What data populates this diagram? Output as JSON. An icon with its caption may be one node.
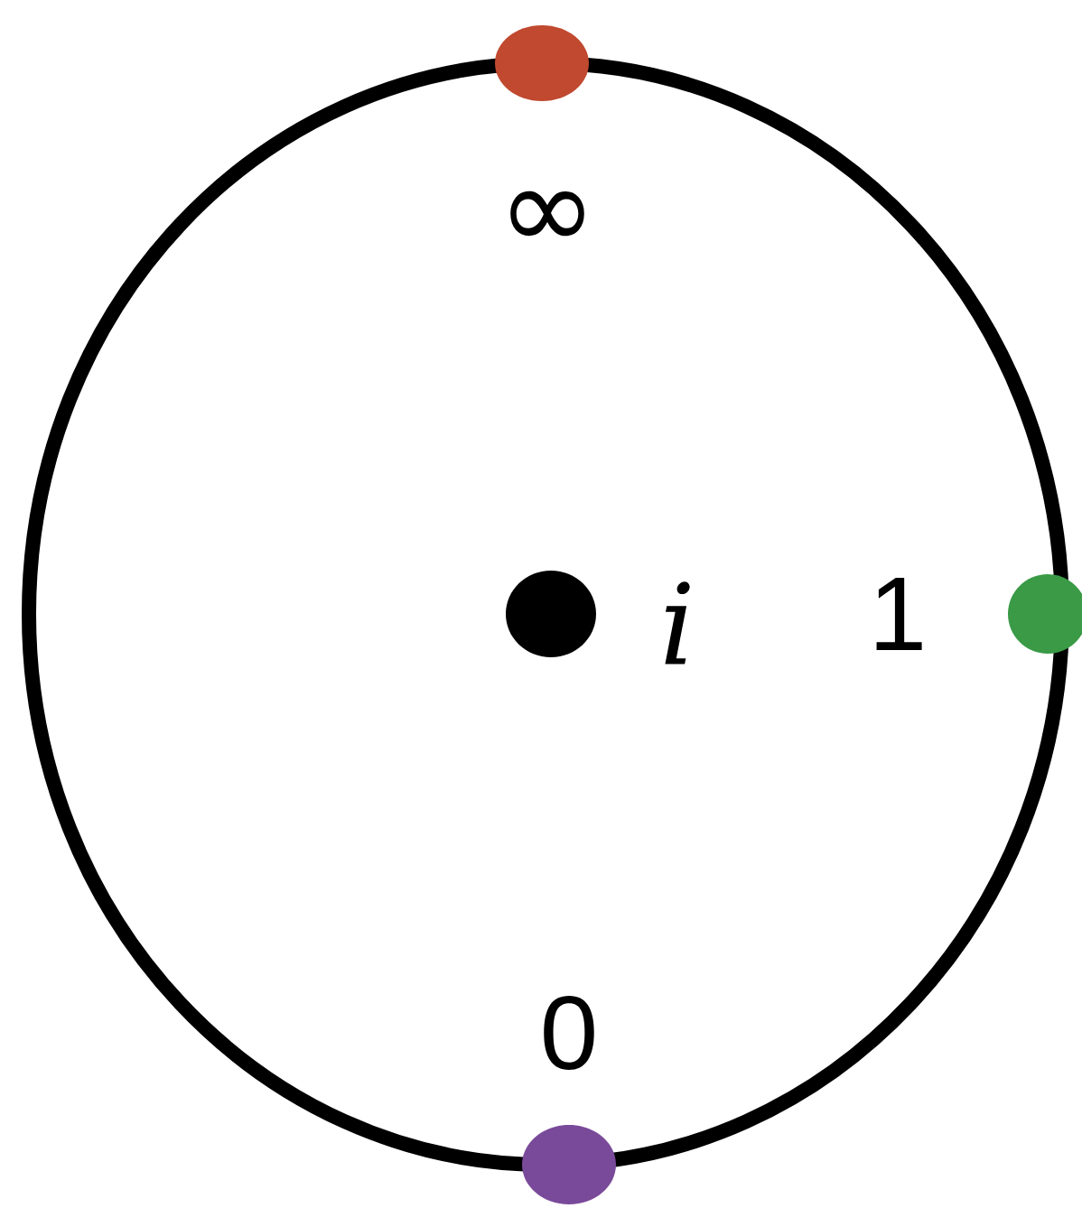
{
  "diagram": {
    "nodes": [
      {
        "text": [],
        "shape": "circle",
        "beside": [
          "∞"
        ]
      },
      {
        "text": [],
        "shape": "circle",
        "beside": [
          "i"
        ]
      },
      {
        "text": [],
        "shape": "circle",
        "beside": [
          "1"
        ]
      },
      {
        "text": [],
        "shape": "circle",
        "beside": [
          "0"
        ]
      }
    ]
  }
}
